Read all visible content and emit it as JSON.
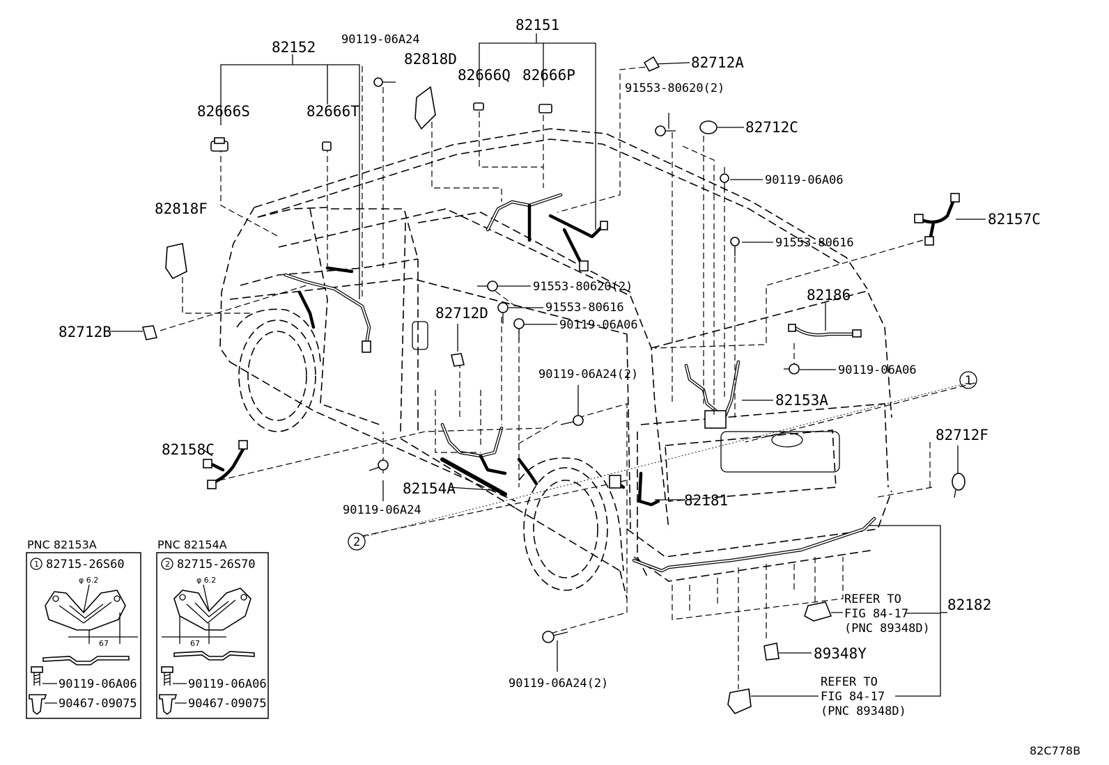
{
  "labels": {
    "p82152": "82152",
    "p82666S": "82666S",
    "p82666T": "82666T",
    "p90119_06A24_top": "90119-06A24",
    "p82818D": "82818D",
    "p82151": "82151",
    "p82666Q": "82666Q",
    "p82666P": "82666P",
    "p82712A": "82712A",
    "p91553_80620_2_top": "91553-80620(2)",
    "p82712C": "82712C",
    "p90119_06A06_top": "90119-06A06",
    "p82157C": "82157C",
    "p91553_80616_top": "91553-80616",
    "p82818F": "82818F",
    "p91553_80620_2_mid": "91553-80620(2)",
    "p91553_80616_mid": "91553-80616",
    "p90119_06A06_mid": "90119-06A06",
    "p82712D": "82712D",
    "p82186": "82186",
    "p82712B": "82712B",
    "p90119_06A06_right": "90119-06A06",
    "p90119_06A24_2_mid": "90119-06A24(2)",
    "p82153A": "82153A",
    "p82158C": "82158C",
    "p82712F": "82712F",
    "p82154A": "82154A",
    "p82181": "82181",
    "p90119_06A24_bottom": "90119-06A24",
    "p82182": "82182",
    "p89348Y": "89348Y",
    "p90119_06A24_2_bottom": "90119-06A24(2)",
    "refer1_line1": "REFER TO",
    "refer1_line2": "FIG 84-17",
    "refer1_line3": "(PNC 89348D)",
    "refer2_line1": "REFER TO",
    "refer2_line2": "FIG 84-17",
    "refer2_line3": "(PNC 89348D)",
    "callout1": "1",
    "callout2": "2",
    "diagram_code": "82C778B"
  },
  "inset1": {
    "title": "PNC 82153A",
    "num": "1",
    "part": "82715-26S60",
    "phi": "φ 6.2",
    "dim": "67",
    "bolt": "90119-06A06",
    "clip": "90467-09075"
  },
  "inset2": {
    "title": "PNC 82154A",
    "num": "2",
    "part": "82715-26S70",
    "phi": "φ 6.2",
    "dim": "67",
    "bolt": "90119-06A06",
    "clip": "90467-09075"
  }
}
